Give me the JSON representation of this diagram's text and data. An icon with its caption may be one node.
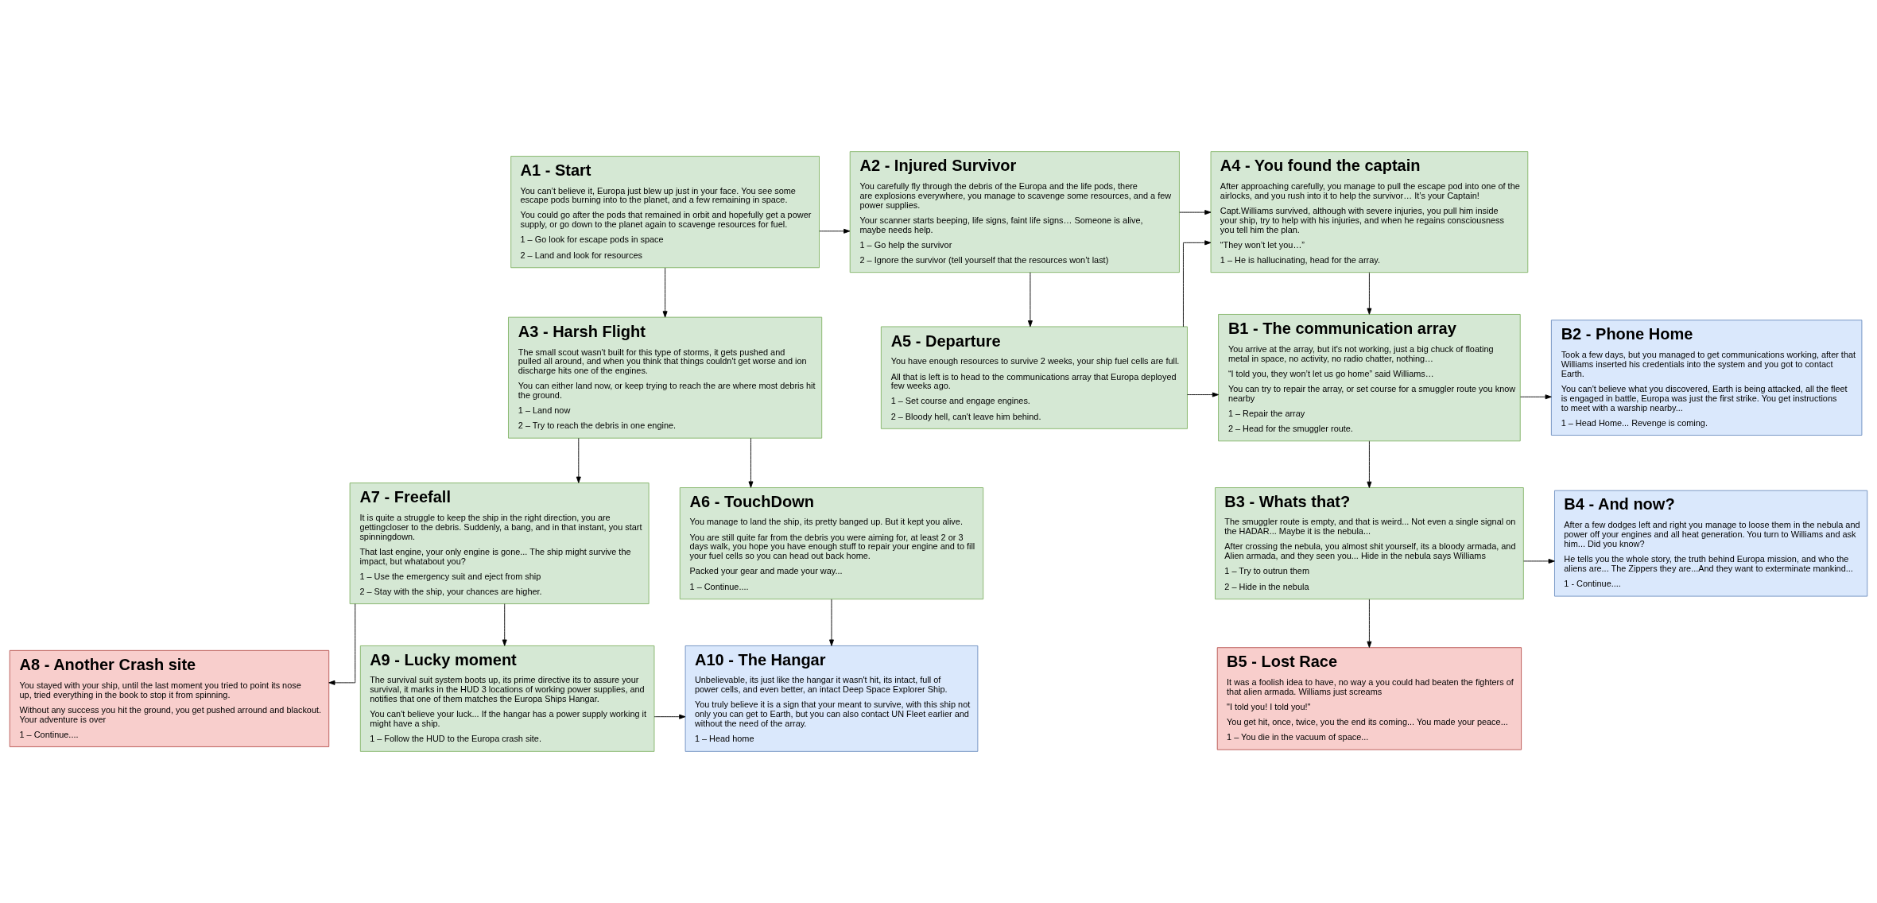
{
  "diagram": {
    "nodes": [
      {
        "text": [
          "A1 - Start",
          "You can’t believe it, Europa just blew up just in your face. You see some escape pods burning into to the planet, and a few remaining in space.",
          "You could go after the pods that remained in orbit and hopefully get a power supply, or go down to the planet again to scavenge resources for fuel.",
          "1 – Go look for escape pods in space",
          "2 – Land and look for resources"
        ]
      },
      {
        "text": [
          "A2 - Injured Survivor",
          "You carefully fly through the debris of the Europa and the life pods, there are explosions everywhere, you manage to scavenge some resources, and a few power supplies.",
          "Your scanner starts beeping, life signs, faint life signs… Someone is alive, maybe needs help.",
          "1 – Go help the survivor",
          "2 – Ignore the survivor (tell yourself that the resources won’t last)"
        ]
      },
      {
        "text": [
          "A4 - You found the captain",
          "After approaching carefully, you manage to pull the escape pod into one of the airlocks, and you rush into it to help the survivor… It’s your Captain!",
          "Capt.Williams survived, although with severe injuries, you pull him inside your ship, try to help with his injuries, and when he regains consciousness you tell him the plan.",
          "“They won’t let you…”",
          "1 – He is hallucinating, head for the array."
        ]
      },
      {
        "text": [
          "A3 - Harsh Flight",
          "The small scout wasn't built for this type of storms, it gets pushed and pulled all around, and when you think that things couldn't get worse and ion discharge hits one of the engines.",
          "You can either land now, or keep trying to reach the are where most debris hit the ground.",
          "1 – Land now",
          "2 – Try to reach the debris in one engine."
        ]
      },
      {
        "text": [
          "A5 - Departure",
          "You have enough resources to survive 2 weeks, your ship fuel cells are full.",
          "All that is left is to head to the communications array that Europa deployed few weeks ago.",
          "1 – Set course and engage engines.",
          "2 – Bloody hell, can't leave him behind."
        ]
      },
      {
        "text": [
          "B1 - The communication array",
          "You arrive at the array, but it's not working, just a big chuck of floating metal in space, no activity, no radio chatter, nothing…",
          "“I told you, they won’t let us go home” said Williams…",
          "You can try to repair the array, or set course for a smuggler route you know nearby",
          "1 – Repair the array",
          "2 – Head for the smuggler route."
        ]
      },
      {
        "text": [
          "B2 - Phone Home",
          "Took a few days, but you managed to get communications working, after that Williams inserted his credentials into the system and you got to contact Earth.",
          "You can't believe what you discovered, Earth is being attacked, all the fleet is engaged in battle, Europa was just the first strike. You get instructions to meet with a warship nearby...",
          "1 – Head Home... Revenge is coming."
        ]
      },
      {
        "text": [
          "A7 - Freefall",
          "It is quite a struggle to keep the ship in the right direction, you are gettingcloser to the debris. Suddenly, a bang, and in that instant, you start spinningdown.",
          "That last engine, your only engine is gone... The ship might survive the impact, but whatabout you?",
          "1 – Use the emergency suit and eject from ship",
          "2 – Stay with the ship, your chances are higher."
        ]
      },
      {
        "text": [
          "A6 - TouchDown",
          "You manage to land the ship, its pretty banged up. But it kept you alive.",
          "You are still quite far from the debris you were aiming for, at least 2 or 3 days walk, you hope you have enough stuff to repair your engine and to fill your fuel cells so you can head out back home.",
          "Packed your gear and made your way...",
          "1 – Continue...."
        ]
      },
      {
        "text": [
          "B3 - Whats that?",
          "The smuggler route is empty, and that is weird... Not even a single signal on the HADAR... Maybe it is the nebula...",
          "After crossing the nebula, you almost shit yourself, its a bloody armada, and Alien armada, and they seen you... Hide in the nebula says Williams",
          "1 – Try to outrun them",
          "2 – Hide in the nebula"
        ]
      },
      {
        "text": [
          "B4 - And now?",
          "After a few dodges left and right you manage to loose them in the nebula and power off your engines and all heat generation. You turn to Williams and ask him... Did you know?",
          "He tells you the whole story, the truth behind Europa mission, and who the aliens are... The Zippers they are...And they want to exterminate mankind...",
          "1 - Continue...."
        ]
      },
      {
        "text": [
          "A8 - Another Crash site",
          "You stayed with your ship, until the last moment you tried to point its nose up, tried everything in the book to stop it from spinning.",
          "Without any success you hit the ground, you get pushed arround and blackout.  Your adventure is over",
          "1 – Continue...."
        ]
      },
      {
        "text": [
          "A9 - Lucky moment",
          "The survival suit system boots up, its prime directive its to assure your survival, it marks in the HUD 3 locations of working power supplies, and notifies that one of them matches the Europa Ships Hangar.",
          "You can't believe your luck... If the hangar has a power supply working it might have a ship.",
          "1 – Follow the HUD to the Europa crash site."
        ]
      },
      {
        "text": [
          "A10 - The Hangar",
          "Unbelievable, its just like the hangar it wasn't hit, its intact, full of power cells, and even better, an intact Deep Space Explorer Ship.",
          "You truly believe it is a sign that your meant to survive, with this ship not only you can get to Earth, but you can also contact UN Fleet earlier and without the need of the array.",
          "1 – Head home"
        ]
      },
      {
        "text": [
          "B5 - Lost Race",
          "It was a foolish idea to have, no way a you could had beaten the fighters of that alien armada. Williams just screams",
          "\"I told you! I told you!\"",
          "You get hit, once, twice, you the end its coming... You made your peace...",
          "1 – You die in the vacuum of space..."
        ]
      }
    ],
    "edges": [
      {
        "from": 0,
        "to": 1,
        "arrow": "to"
      },
      {
        "from": 0,
        "to": 3,
        "arrow": "to"
      },
      {
        "from": 1,
        "to": 2,
        "arrow": "to"
      },
      {
        "from": 1,
        "to": 4,
        "arrow": "to"
      },
      {
        "from": 4,
        "to": 2,
        "arrow": "to"
      },
      {
        "from": 4,
        "to": 5,
        "arrow": "to"
      },
      {
        "from": 2,
        "to": 5,
        "arrow": "to"
      },
      {
        "from": 5,
        "to": 6,
        "arrow": "to"
      },
      {
        "from": 5,
        "to": 9,
        "arrow": "to"
      },
      {
        "from": 3,
        "to": 7,
        "arrow": "to"
      },
      {
        "from": 3,
        "to": 8,
        "arrow": "to"
      },
      {
        "from": 7,
        "to": 11,
        "arrow": "to"
      },
      {
        "from": 7,
        "to": 12,
        "arrow": "to"
      },
      {
        "from": 8,
        "to": 13,
        "arrow": "to"
      },
      {
        "from": 12,
        "to": 13,
        "arrow": "to"
      },
      {
        "from": 9,
        "to": 10,
        "arrow": "to"
      },
      {
        "from": 9,
        "to": 14,
        "arrow": "to"
      }
    ]
  }
}
